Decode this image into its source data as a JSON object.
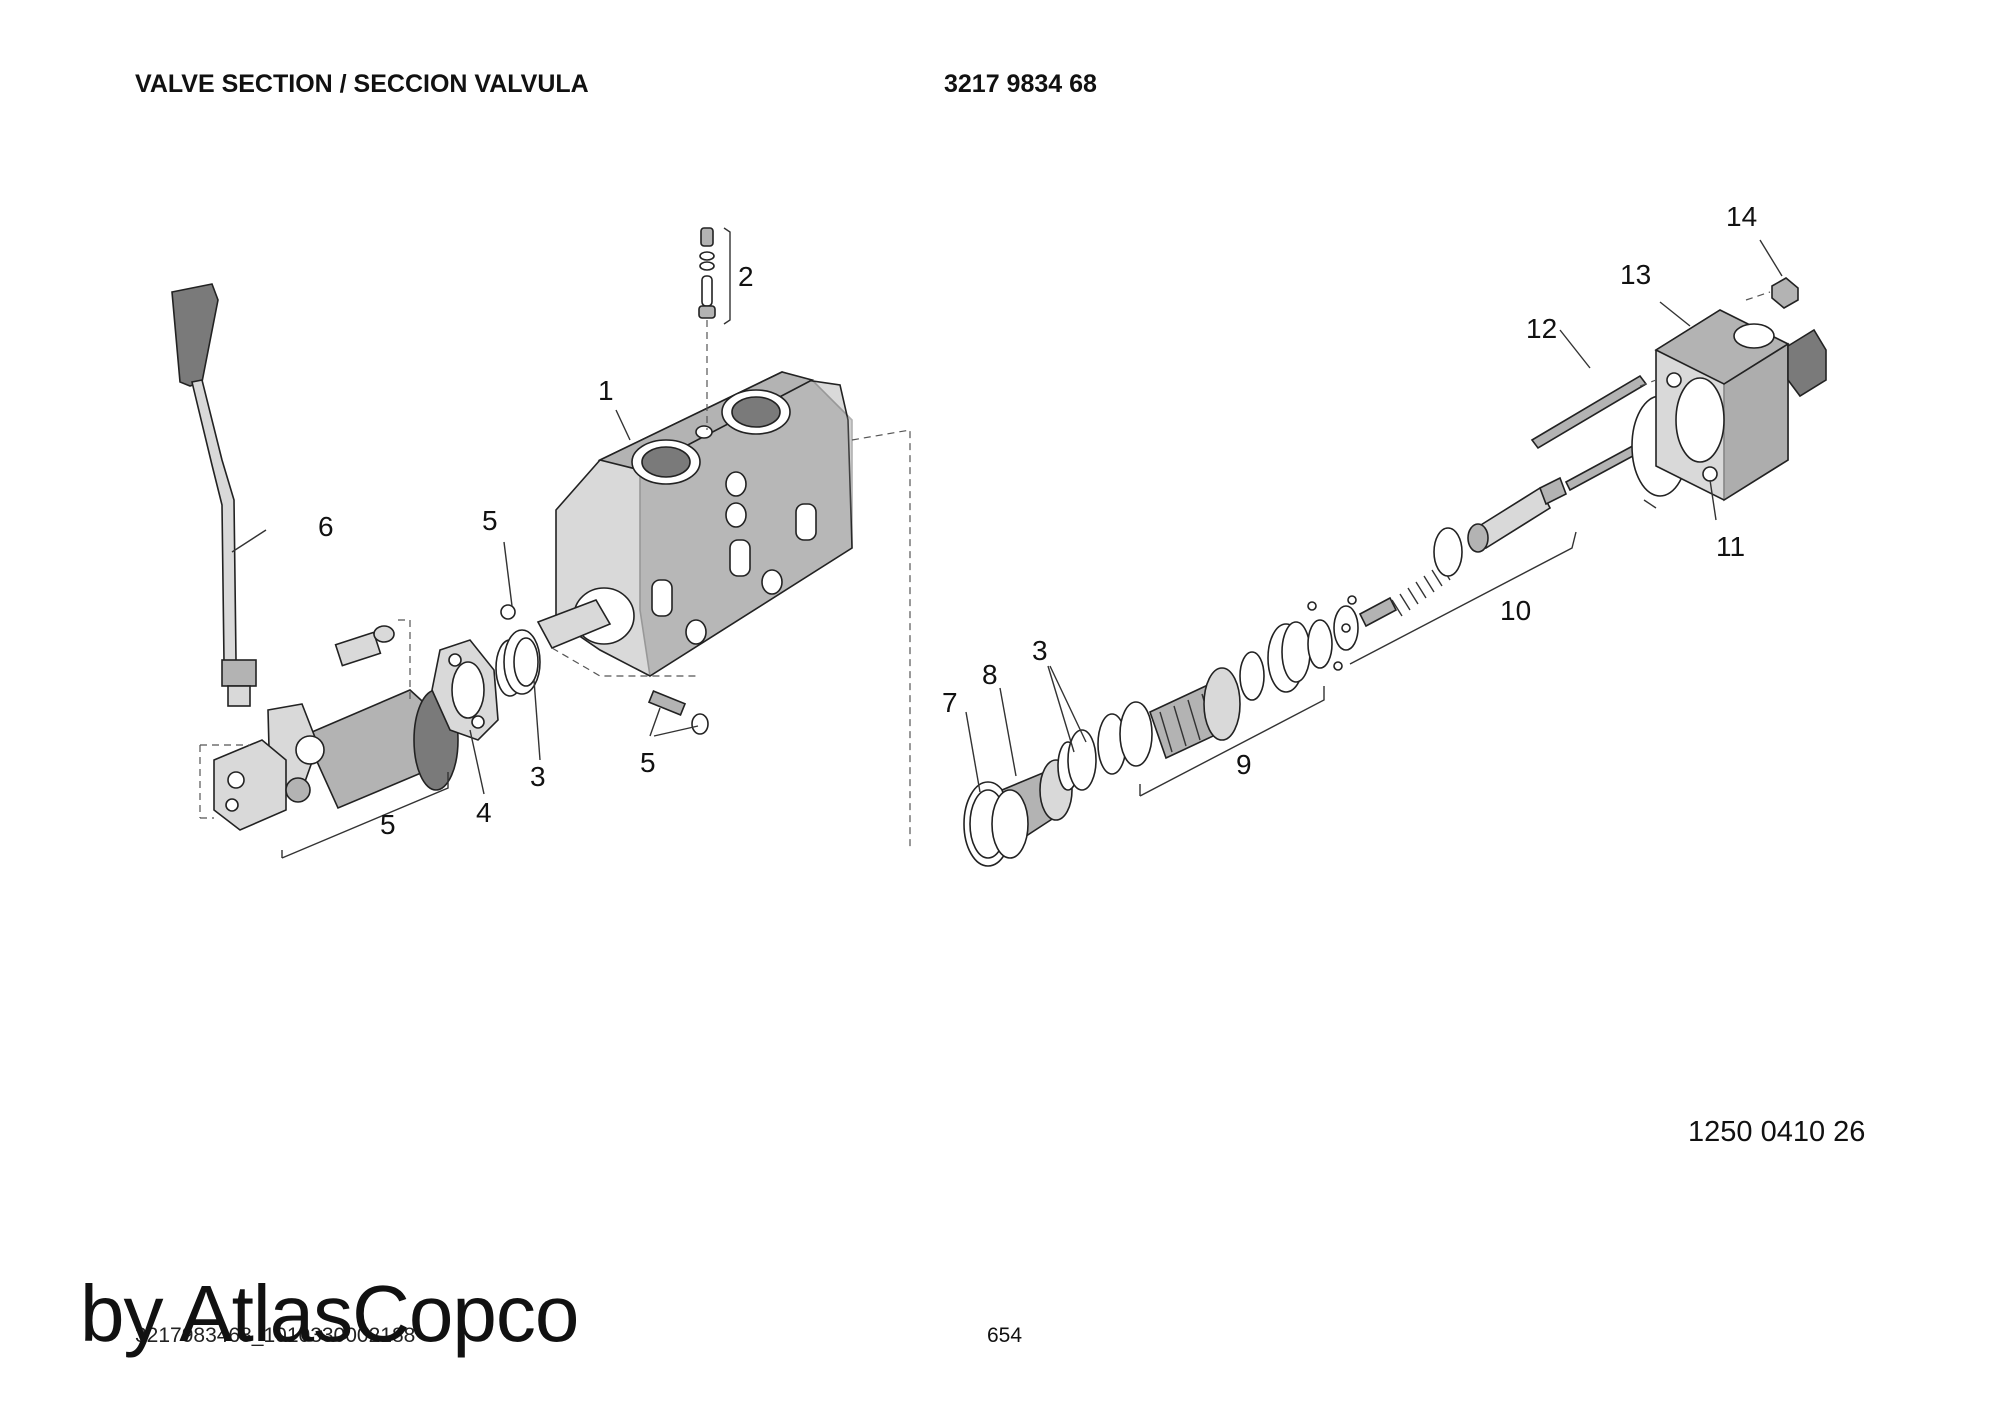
{
  "header": {
    "title": "VALVE SECTION / SECCION VALVULA",
    "document_number": "3217 9834 68"
  },
  "diagram": {
    "callouts": {
      "c1": "1",
      "c2": "2",
      "c3a": "3",
      "c3b": "3",
      "c4": "4",
      "c5a": "5",
      "c5b": "5",
      "c5c": "5",
      "c6": "6",
      "c7": "7",
      "c8": "8",
      "c9": "9",
      "c10": "10",
      "c11": "11",
      "c12": "12",
      "c13": "13",
      "c14": "14"
    },
    "reference_number": "1250 0410 26"
  },
  "footer": {
    "file_code": "3217983468_1010330002188",
    "page_number": "654",
    "watermark": "by AtlasCopco"
  }
}
